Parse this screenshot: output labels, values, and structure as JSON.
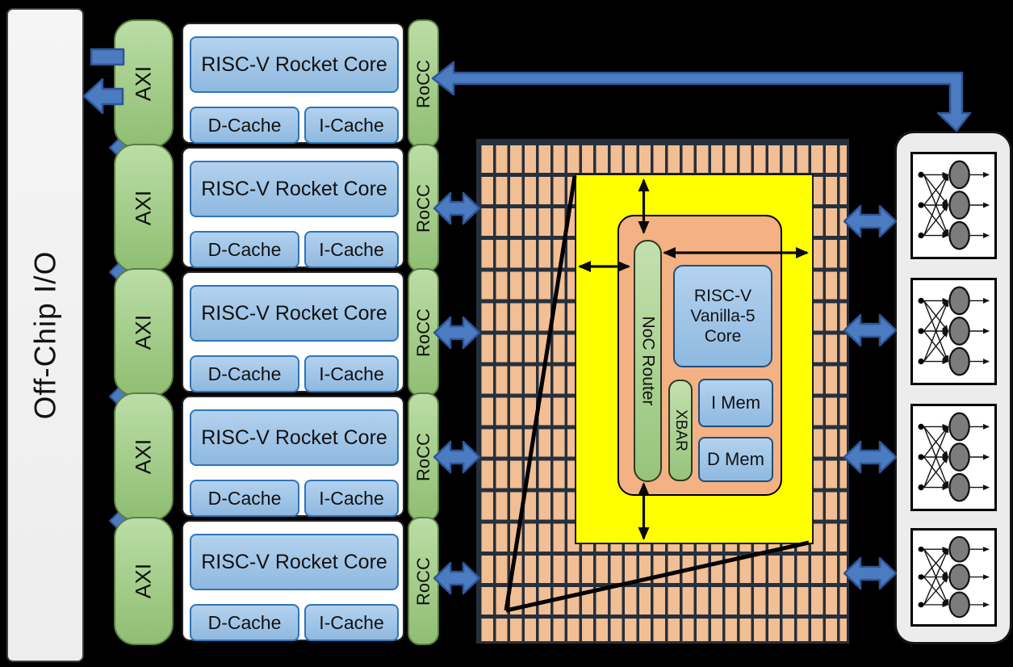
{
  "off_chip": {
    "label": "Off-Chip I/O"
  },
  "cores": {
    "rows": [
      {
        "axi": "AXI",
        "core": "RISC-V Rocket Core",
        "dcache": "D-Cache",
        "icache": "I-Cache",
        "rocc": "RoCC"
      },
      {
        "axi": "AXI",
        "core": "RISC-V Rocket Core",
        "dcache": "D-Cache",
        "icache": "I-Cache",
        "rocc": "RoCC"
      },
      {
        "axi": "AXI",
        "core": "RISC-V Rocket Core",
        "dcache": "D-Cache",
        "icache": "I-Cache",
        "rocc": "RoCC"
      },
      {
        "axi": "AXI",
        "core": "RISC-V Rocket Core",
        "dcache": "D-Cache",
        "icache": "I-Cache",
        "rocc": "RoCC"
      },
      {
        "axi": "AXI",
        "core": "RISC-V Rocket Core",
        "dcache": "D-Cache",
        "icache": "I-Cache",
        "rocc": "RoCC"
      }
    ]
  },
  "noc": {
    "grid_columns": 26,
    "grid_rows": 16
  },
  "tile": {
    "router": "NoC Router",
    "xbar": "XBAR",
    "core": "RISC-V Vanilla-5 Core",
    "imem": "I Mem",
    "dmem": "D Mem"
  },
  "accelerators": {
    "units": 4,
    "inputs_per_unit": 3,
    "neurons_per_unit": 3
  },
  "colors": {
    "background": "#000000",
    "grid_cell": "#F2BE93",
    "grid_line": "#26303D",
    "tile_bg": "#F4B183",
    "highlight": "#FFFF00",
    "green_fill": "#A9D18E",
    "green_border": "#5E7D43",
    "blue_fill": "#9DC3E6",
    "blue_border": "#2E75B6",
    "arrow_blue": "#4B7BC0",
    "arrow_blue_border": "#2F5597",
    "panel_bg": "#ECECEC",
    "neuron_gray": "#7C7C7C"
  }
}
